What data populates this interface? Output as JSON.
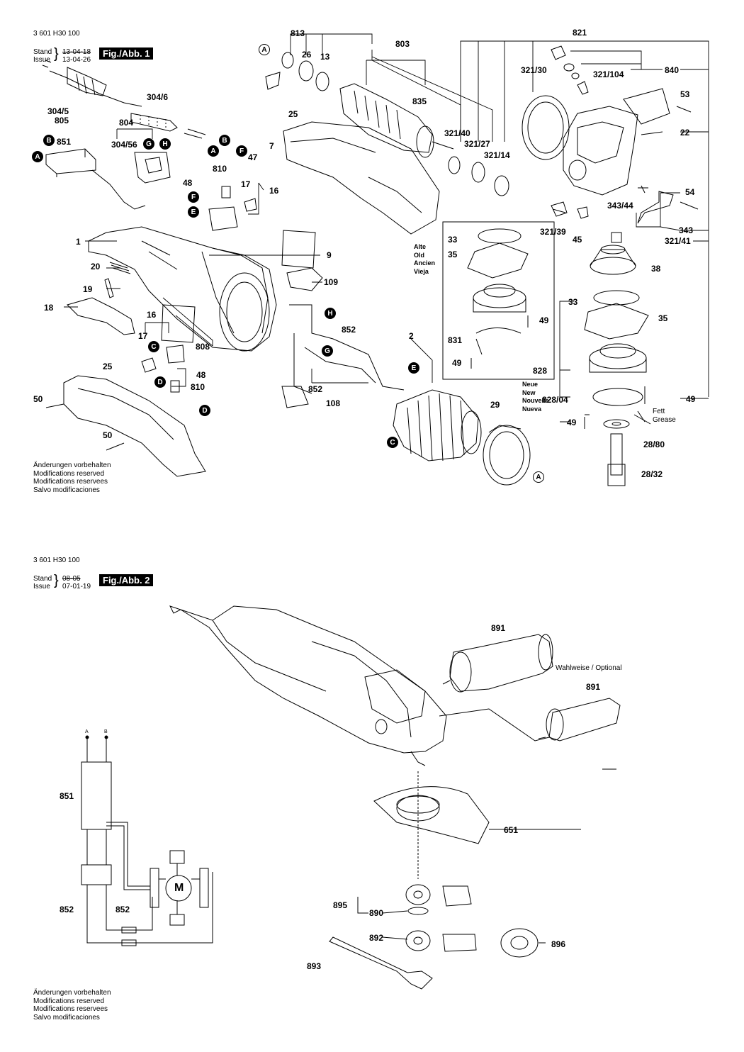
{
  "header1": {
    "doc_no": "3 601 H30 100",
    "stand_label": "Stand",
    "issue_label": "Issue",
    "stand_date": "13-04-18",
    "issue_date": "13-04-26",
    "fig_label": "Fig./Abb. 1"
  },
  "header2": {
    "doc_no": "3 601 H30 100",
    "stand_label": "Stand",
    "issue_label": "Issue",
    "stand_date": "08-05",
    "issue_date": "07-01-19",
    "fig_label": "Fig./Abb. 2"
  },
  "notes": [
    "Änderungen vorbehalten",
    "Modifications reserved",
    "Modifications reservees",
    "Salvo modificaciones"
  ],
  "variants": {
    "old": [
      "Alte",
      "Old",
      "Ancien",
      "Vieja"
    ],
    "new": [
      "Neue",
      "New",
      "Nouvelle",
      "Nueva"
    ]
  },
  "grease": [
    "Fett",
    "Grease"
  ],
  "optional": "Wahlweise / Optional",
  "motor_symbol": "M",
  "circuit_terminals": [
    "A",
    "B"
  ],
  "fig1_parts": {
    "p813": "813",
    "p803": "803",
    "p821": "821",
    "p26": "26",
    "p13": "13",
    "p835": "835",
    "p321_30": "321/30",
    "p321_104": "321/104",
    "p840": "840",
    "p53": "53",
    "p304_6": "304/6",
    "p304_5": "304/5",
    "p805": "805",
    "p25a": "25",
    "p321_40": "321/40",
    "p321_27": "321/27",
    "p321_14": "321/14",
    "p22": "22",
    "p804": "804",
    "p851": "851",
    "p304_56": "304/56",
    "p7": "7",
    "p47": "47",
    "p810a": "810",
    "p48a": "48",
    "p17a": "17",
    "p16a": "16",
    "p54": "54",
    "p343_44": "343/44",
    "p343": "343",
    "p321_39": "321/39",
    "p45": "45",
    "p321_41": "321/41",
    "p1": "1",
    "p9": "9",
    "p33a": "33",
    "p35a": "35",
    "p38": "38",
    "p20": "20",
    "p109": "109",
    "p19": "19",
    "p18": "18",
    "p33b": "33",
    "p35b": "35",
    "p49a": "49",
    "p852a": "852",
    "p2": "2",
    "p831": "831",
    "p16b": "16",
    "p17b": "17",
    "p808": "808",
    "p49b": "49",
    "p828": "828",
    "p48b": "48",
    "p810b": "810",
    "p25b": "25",
    "p852b": "852",
    "p828_04": "828/04",
    "p49c": "49",
    "p50a": "50",
    "p108": "108",
    "p29": "29",
    "p49d": "49",
    "p28_80": "28/80",
    "p50b": "50",
    "p28_32": "28/32"
  },
  "fig2_parts": {
    "p891a": "891",
    "p891b": "891",
    "p851": "851",
    "p651": "651",
    "p852a": "852",
    "p852b": "852",
    "p895": "895",
    "p890": "890",
    "p892": "892",
    "p896": "896",
    "p893": "893"
  },
  "markers": {
    "A": "A",
    "B": "B",
    "C": "C",
    "D": "D",
    "E": "E",
    "F": "F",
    "G": "G",
    "H": "H"
  }
}
